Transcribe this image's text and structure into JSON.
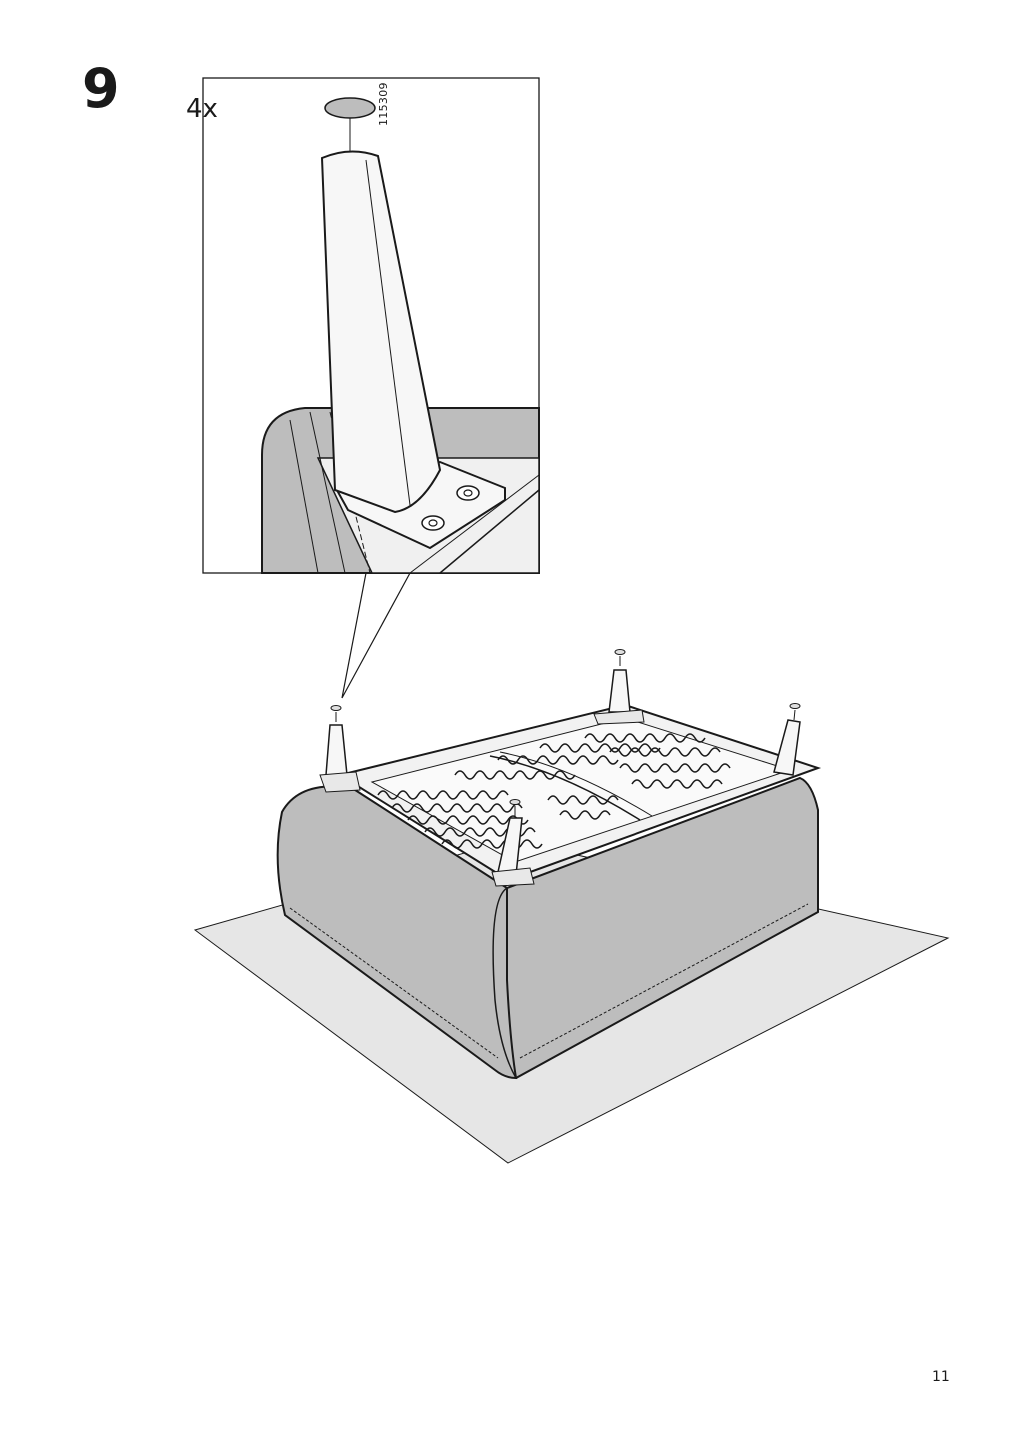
{
  "step": {
    "number": "9"
  },
  "detail": {
    "quantity": "4x",
    "part_number": "115309"
  },
  "page": {
    "number": "11"
  },
  "colors": {
    "line": "#1a1a1a",
    "fabric": "#bdbdbd",
    "floor": "#e6e6e6",
    "leg": "#f7f7f7"
  }
}
